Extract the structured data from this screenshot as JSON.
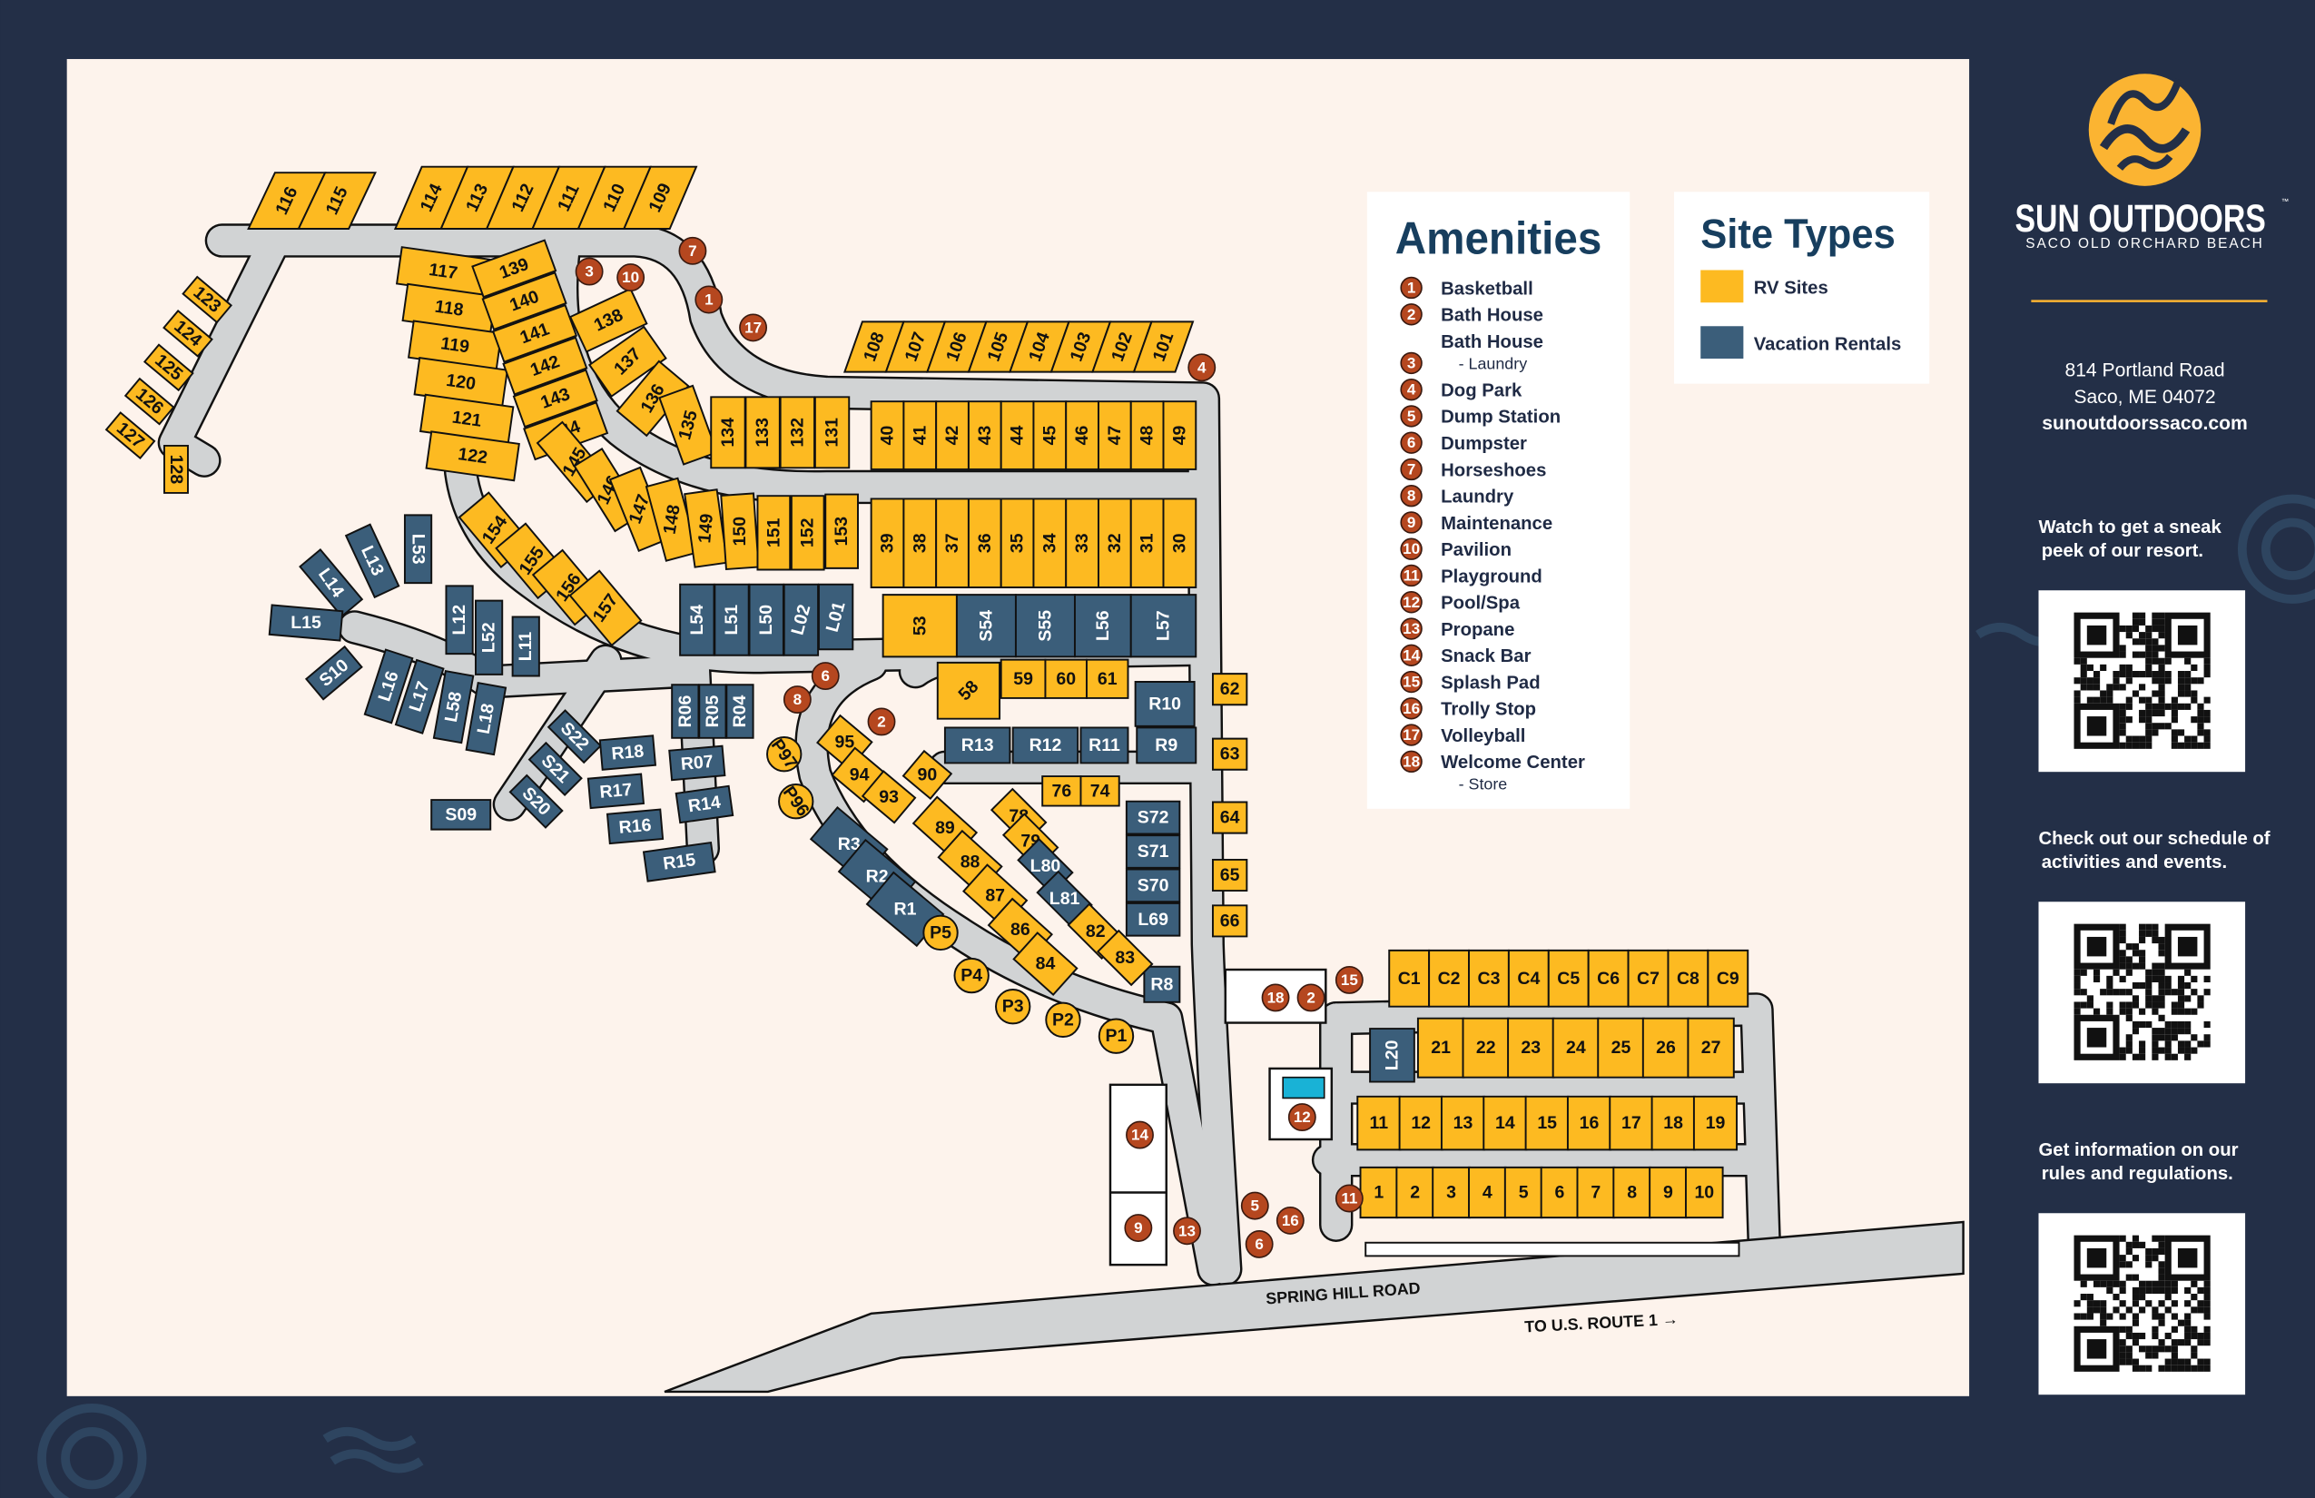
{
  "colors": {
    "rv": "#fdba21",
    "rental": "#3b5e7a",
    "map_bg": "#fdf3ec",
    "frame": "#232f47",
    "road": "#d1d3d4",
    "marker": "#b5471f",
    "heading": "#173e5e"
  },
  "brand": {
    "name": "SUN OUTDOORS",
    "trademark": "™",
    "location": "SACO OLD ORCHARD BEACH"
  },
  "contact": {
    "street": "814 Portland Road",
    "city": "Saco, ME 04072",
    "website": "sunoutdoorssaco.com"
  },
  "qr_blocks": [
    {
      "caption_1": "Watch to get a sneak",
      "caption_2": "peek of our resort."
    },
    {
      "caption_1": "Check out our schedule of",
      "caption_2": "activities and events."
    },
    {
      "caption_1": "Get information on our",
      "caption_2": "rules and regulations."
    }
  ],
  "amenities": {
    "title": "Amenities",
    "items": [
      {
        "num": "1",
        "label": "Basketball"
      },
      {
        "num": "2",
        "label": "Bath House"
      },
      {
        "num": "3",
        "label": "Bath House",
        "sub": "- Laundry"
      },
      {
        "num": "4",
        "label": "Dog Park"
      },
      {
        "num": "5",
        "label": "Dump Station"
      },
      {
        "num": "6",
        "label": "Dumpster"
      },
      {
        "num": "7",
        "label": "Horseshoes"
      },
      {
        "num": "8",
        "label": "Laundry"
      },
      {
        "num": "9",
        "label": "Maintenance"
      },
      {
        "num": "10",
        "label": "Pavilion"
      },
      {
        "num": "11",
        "label": "Playground"
      },
      {
        "num": "12",
        "label": "Pool/Spa"
      },
      {
        "num": "13",
        "label": "Propane"
      },
      {
        "num": "14",
        "label": "Snack Bar"
      },
      {
        "num": "15",
        "label": "Splash Pad"
      },
      {
        "num": "16",
        "label": "Trolly Stop"
      },
      {
        "num": "17",
        "label": "Volleyball"
      },
      {
        "num": "18",
        "label": "Welcome Center",
        "sub": "- Store"
      }
    ]
  },
  "site_types": {
    "title": "Site Types",
    "items": [
      {
        "type": "rv",
        "label": "RV Sites"
      },
      {
        "type": "rental",
        "label": "Vacation Rentals"
      }
    ]
  },
  "roads": {
    "spring_hill": "SPRING HILL ROAD",
    "route_1": "TO U.S. ROUTE 1 →"
  },
  "map_markers": [
    "3",
    "10",
    "7",
    "1",
    "17",
    "4",
    "6",
    "8",
    "2",
    "15",
    "18",
    "2",
    "12",
    "14",
    "9",
    "13",
    "5",
    "16",
    "6",
    "11"
  ],
  "pull_through_sites": [
    "P97",
    "P96",
    "P5",
    "P4",
    "P3",
    "P2",
    "P1"
  ],
  "sites": [
    {
      "id": "g116",
      "type": "rv",
      "labels": [
        "116",
        "115"
      ]
    },
    {
      "id": "g114",
      "type": "rv",
      "labels": [
        "114",
        "113",
        "112",
        "111",
        "110",
        "109"
      ]
    },
    {
      "id": "g108",
      "type": "rv",
      "labels": [
        "108",
        "107",
        "106",
        "105",
        "104",
        "103",
        "102",
        "101"
      ]
    },
    {
      "id": "g123",
      "type": "rv",
      "labels": [
        "123",
        "124",
        "125",
        "126",
        "127"
      ]
    },
    {
      "id": "g128",
      "type": "rv",
      "labels": [
        "128"
      ]
    },
    {
      "id": "g117",
      "type": "rv",
      "labels": [
        "117",
        "118",
        "119",
        "120",
        "121",
        "122"
      ]
    },
    {
      "id": "g139",
      "type": "rv",
      "labels": [
        "139",
        "140",
        "141",
        "142",
        "143",
        "144"
      ]
    },
    {
      "id": "g138",
      "type": "rv",
      "labels": [
        "138",
        "137",
        "136",
        "135"
      ]
    },
    {
      "id": "g134",
      "type": "rv",
      "labels": [
        "134",
        "133",
        "132",
        "131"
      ]
    },
    {
      "id": "g145",
      "type": "rv",
      "labels": [
        "145",
        "146",
        "147",
        "148",
        "149",
        "150",
        "151",
        "152",
        "153"
      ]
    },
    {
      "id": "g154",
      "type": "rv",
      "labels": [
        "154",
        "155",
        "156",
        "157"
      ]
    },
    {
      "id": "g40",
      "type": "rv",
      "labels": [
        "40",
        "41",
        "42",
        "43",
        "44",
        "45",
        "46",
        "47",
        "48",
        "49"
      ]
    },
    {
      "id": "g39",
      "type": "rv",
      "labels": [
        "39",
        "38",
        "37",
        "36",
        "35",
        "34",
        "33",
        "32",
        "31",
        "30"
      ]
    },
    {
      "id": "g53",
      "labels": [
        "53",
        "S54",
        "S55",
        "L56",
        "L57"
      ],
      "types": [
        "rv",
        "rental",
        "rental",
        "rental",
        "rental"
      ]
    },
    {
      "id": "g58",
      "labels": [
        "58",
        "59",
        "60",
        "61",
        "R10"
      ],
      "types": [
        "rv",
        "rv",
        "rv",
        "rv",
        "rental"
      ]
    },
    {
      "id": "g13",
      "type": "rental",
      "labels": [
        "R13",
        "R12",
        "R11",
        "R9"
      ]
    },
    {
      "id": "g62",
      "type": "rv",
      "labels": [
        "62",
        "63",
        "64",
        "65",
        "66"
      ]
    },
    {
      "id": "g72",
      "type": "rental",
      "labels": [
        "S72",
        "S71",
        "S70",
        "L69"
      ]
    },
    {
      "id": "gR8",
      "type": "rental",
      "labels": [
        "R8"
      ]
    },
    {
      "id": "g76",
      "type": "rv",
      "labels": [
        "76",
        "74"
      ]
    },
    {
      "id": "g95",
      "type": "rv",
      "labels": [
        "95",
        "94",
        "93",
        "90"
      ]
    },
    {
      "id": "g89",
      "type": "rv",
      "labels": [
        "89",
        "88",
        "87",
        "86",
        "84"
      ]
    },
    {
      "id": "g78",
      "labels": [
        "78",
        "79",
        "L80",
        "L81",
        "82",
        "83"
      ],
      "types": [
        "rv",
        "rv",
        "rental",
        "rental",
        "rv",
        "rv"
      ]
    },
    {
      "id": "gR",
      "type": "rental",
      "labels": [
        "R3",
        "R2",
        "R1"
      ]
    },
    {
      "id": "gL",
      "type": "rental",
      "labels": [
        "L53",
        "L13",
        "L14",
        "L15",
        "S10",
        "L16",
        "L17",
        "L58",
        "L18",
        "L12",
        "L52",
        "L11"
      ]
    },
    {
      "id": "gL54",
      "type": "rental",
      "labels": [
        "L54",
        "L51",
        "L50",
        "L02",
        "L01"
      ]
    },
    {
      "id": "gR06",
      "type": "rental",
      "labels": [
        "R06",
        "R05",
        "R04"
      ]
    },
    {
      "id": "gS",
      "type": "rental",
      "labels": [
        "S22",
        "S21",
        "S20",
        "S09",
        "R18",
        "R17",
        "R16",
        "R07",
        "R14",
        "R15"
      ]
    },
    {
      "id": "gC",
      "type": "rv",
      "labels": [
        "C1",
        "C2",
        "C3",
        "C4",
        "C5",
        "C6",
        "C7",
        "C8",
        "C9"
      ]
    },
    {
      "id": "gL20",
      "type": "rental",
      "labels": [
        "L20"
      ]
    },
    {
      "id": "g21",
      "type": "rv",
      "labels": [
        "21",
        "22",
        "23",
        "24",
        "25",
        "26",
        "27"
      ]
    },
    {
      "id": "g11",
      "type": "rv",
      "labels": [
        "11",
        "12",
        "13",
        "14",
        "15",
        "16",
        "17",
        "18",
        "19"
      ]
    },
    {
      "id": "g1",
      "type": "rv",
      "labels": [
        "1",
        "2",
        "3",
        "4",
        "5",
        "6",
        "7",
        "8",
        "9",
        "10"
      ]
    }
  ]
}
